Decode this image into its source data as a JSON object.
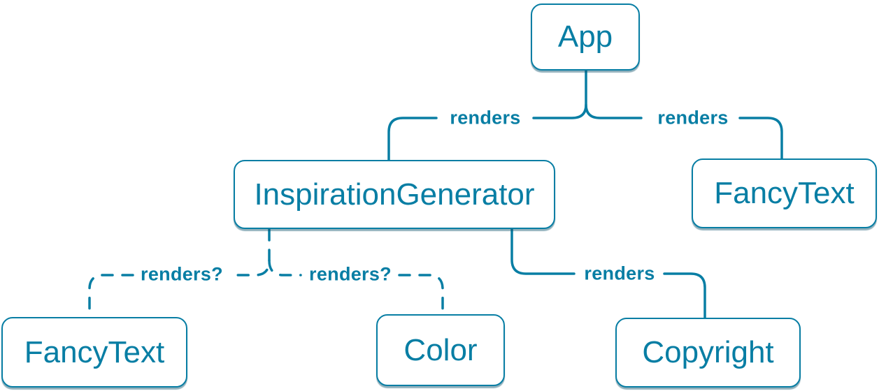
{
  "theme": {
    "accent": "#087ea4",
    "node-bg": "#ffffff",
    "node-shadow": "rgba(8, 80, 106, 0.45)"
  },
  "diagram": {
    "type": "component-render-tree",
    "nodes": [
      {
        "id": "app",
        "label": "App"
      },
      {
        "id": "inspiration-generator",
        "label": "InspirationGenerator"
      },
      {
        "id": "fancy-text-top",
        "label": "FancyText"
      },
      {
        "id": "fancy-text-bottom",
        "label": "FancyText"
      },
      {
        "id": "color",
        "label": "Color"
      },
      {
        "id": "copyright",
        "label": "Copyright"
      }
    ],
    "edges": [
      {
        "from": "app",
        "to": "inspiration-generator",
        "label": "renders",
        "style": "solid"
      },
      {
        "from": "app",
        "to": "fancy-text-top",
        "label": "renders",
        "style": "solid"
      },
      {
        "from": "inspiration-generator",
        "to": "fancy-text-bottom",
        "label": "renders?",
        "style": "dashed"
      },
      {
        "from": "inspiration-generator",
        "to": "color",
        "label": "renders?",
        "style": "dashed"
      },
      {
        "from": "inspiration-generator",
        "to": "copyright",
        "label": "renders",
        "style": "solid"
      }
    ]
  }
}
